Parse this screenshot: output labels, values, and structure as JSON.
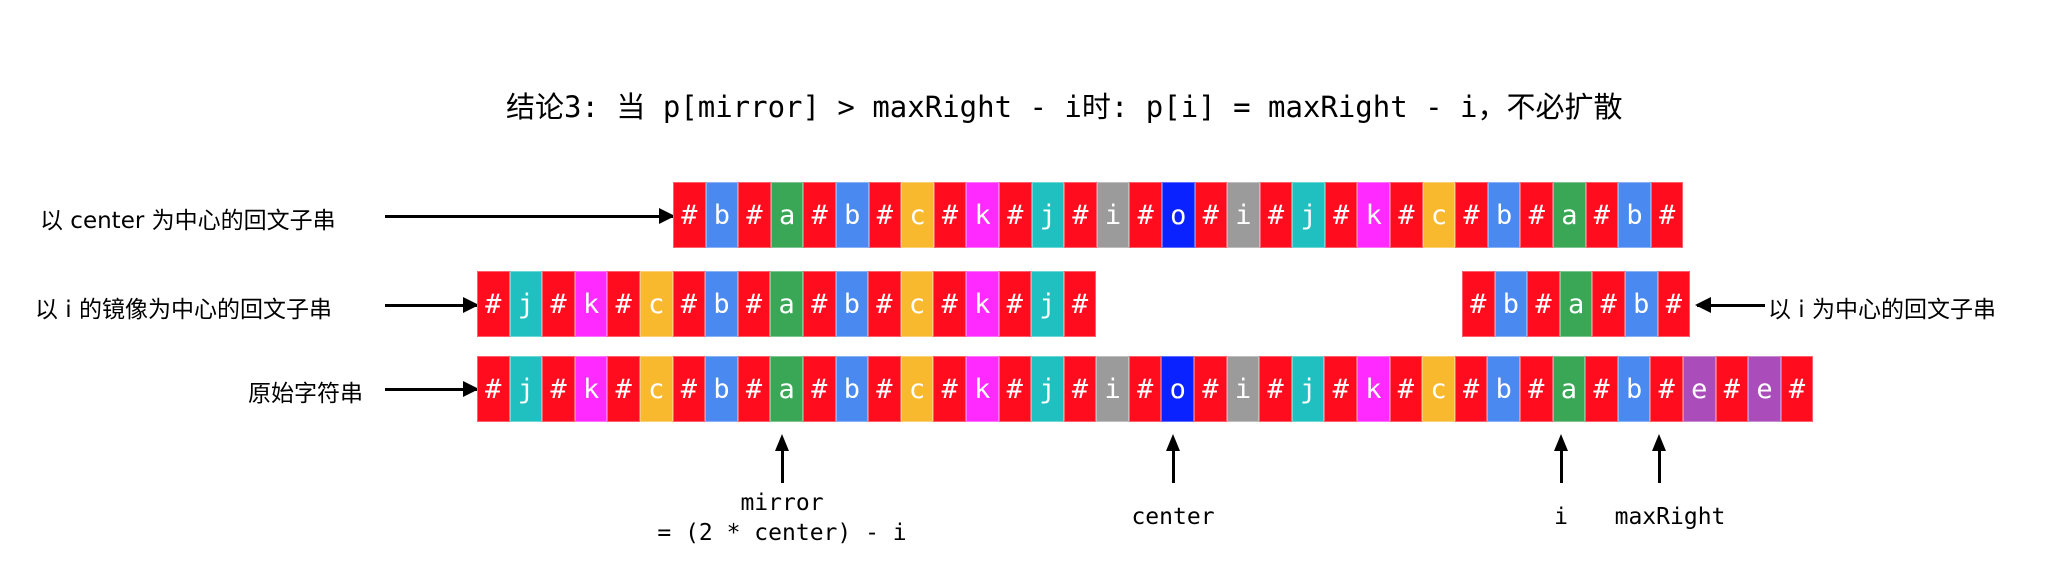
{
  "title": "结论3: 当 p[mirror] > maxRight - i时: p[i] = maxRight - i，不必扩散",
  "colors": {
    "#": "#FF0D1E",
    "b": "#4A89F0",
    "a": "#3AA757",
    "c": "#F9B92F",
    "k": "#FF2AFF",
    "j": "#20C0C0",
    "i": "#9B9B9B",
    "o": "#0A22FF",
    "e": "#AA4DBB"
  },
  "labels": {
    "center_palindrome": "以 center 为中心的回文子串",
    "mirror_palindrome": "以 i 的镜像为中心的回文子串",
    "i_palindrome": "以 i 为中心的回文子串",
    "original": "原始字符串"
  },
  "rows": {
    "center_palindrome": [
      "#",
      "b",
      "#",
      "a",
      "#",
      "b",
      "#",
      "c",
      "#",
      "k",
      "#",
      "j",
      "#",
      "i",
      "#",
      "o",
      "#",
      "i",
      "#",
      "j",
      "#",
      "k",
      "#",
      "c",
      "#",
      "b",
      "#",
      "a",
      "#",
      "b",
      "#"
    ],
    "mirror_palindrome": [
      "#",
      "j",
      "#",
      "k",
      "#",
      "c",
      "#",
      "b",
      "#",
      "a",
      "#",
      "b",
      "#",
      "c",
      "#",
      "k",
      "#",
      "j",
      "#"
    ],
    "i_palindrome": [
      "#",
      "b",
      "#",
      "a",
      "#",
      "b",
      "#"
    ],
    "original": [
      "#",
      "j",
      "#",
      "k",
      "#",
      "c",
      "#",
      "b",
      "#",
      "a",
      "#",
      "b",
      "#",
      "c",
      "#",
      "k",
      "#",
      "j",
      "#",
      "i",
      "#",
      "o",
      "#",
      "i",
      "#",
      "j",
      "#",
      "k",
      "#",
      "c",
      "#",
      "b",
      "#",
      "a",
      "#",
      "b",
      "#",
      "e",
      "#",
      "e",
      "#"
    ]
  },
  "pointers": {
    "mirror": "mirror",
    "mirror_formula": "= (2 * center) - i",
    "center": "center",
    "i": "i",
    "maxRight": "maxRight"
  }
}
